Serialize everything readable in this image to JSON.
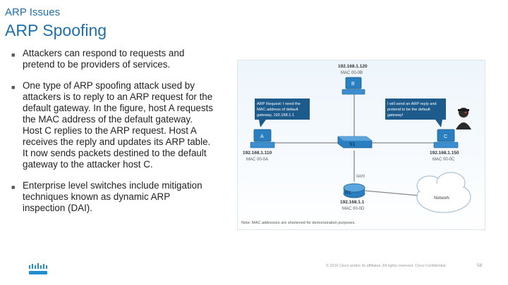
{
  "header": {
    "section": "ARP Issues",
    "title": "ARP Spoofing"
  },
  "bullets": [
    "Attackers can respond to requests and pretend to be providers of services.",
    "One type of ARP spoofing attack used by attackers is to reply to an ARP request for the default gateway.  In the figure, host A requests the MAC address of the default gateway. Host C replies to the ARP request. Host A receives the reply and updates its ARP table. It now sends packets destined to the default gateway to the attacker host C.",
    "Enterprise level switches include mitigation techniques known as dynamic ARP inspection (DAI)."
  ],
  "diagram": {
    "host_b": {
      "letter": "B",
      "ip": "192.168.1.120",
      "mac": "MAC 00-0B"
    },
    "host_a": {
      "letter": "A",
      "ip": "192.168.1.110",
      "mac": "MAC 00-0A"
    },
    "host_c": {
      "letter": "C",
      "ip": "192.168.1.150",
      "mac": "MAC 00-0C"
    },
    "switch": {
      "label": "S1"
    },
    "router": {
      "label": "R1",
      "interface": "G0/0",
      "ip": "192.168.1.1",
      "mac": "MAC 00-0D"
    },
    "network_label": "Network",
    "callout_left": [
      "ARP Request: I need the",
      "MAC address of default",
      "gateway, 192.168.1.1"
    ],
    "callout_right": [
      "I will send an ARP reply and",
      "pretend to be the default",
      "gateway!"
    ],
    "note": "Note: MAC addresses are shortened for demonstration purposes."
  },
  "footer": {
    "copyright": "© 2016  Cisco and/or its affiliates. All rights reserved.   Cisco Confidential",
    "page": "58"
  },
  "colors": {
    "accent": "#1f6fa8",
    "callout": "#1d5b8c",
    "device": "#2a7fc1"
  }
}
